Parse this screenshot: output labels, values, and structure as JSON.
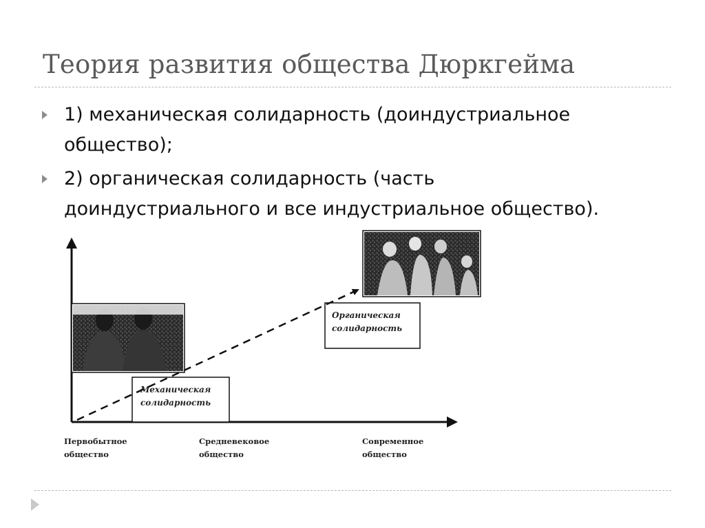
{
  "slide": {
    "title": "Теория развития общества Дюркгейма"
  },
  "bullets": [
    {
      "line1": "1) механическая солидарность (доиндустриальное",
      "line2": "общество);"
    },
    {
      "line1": "2) органическая солидарность (часть",
      "line2": "доиндустриального и все индустриальное общество)."
    }
  ],
  "diagram": {
    "stages": [
      {
        "line1": "Первобытное",
        "line2": "общество"
      },
      {
        "line1": "Средневековое",
        "line2": "общество"
      },
      {
        "line1": "Современное",
        "line2": "общество"
      }
    ],
    "mechanical_box": {
      "line1": "Механическая",
      "line2": "солидарность"
    },
    "organic_box": {
      "line1": "Органическая",
      "line2": "солидарность"
    }
  },
  "icons": {
    "bullet": "triangle-bullet-icon",
    "footer": "triangle-footer-icon"
  },
  "colors": {
    "title": "#5a5a5a",
    "rule": "#b7b7b7",
    "bullet": "#8c8c8c"
  }
}
